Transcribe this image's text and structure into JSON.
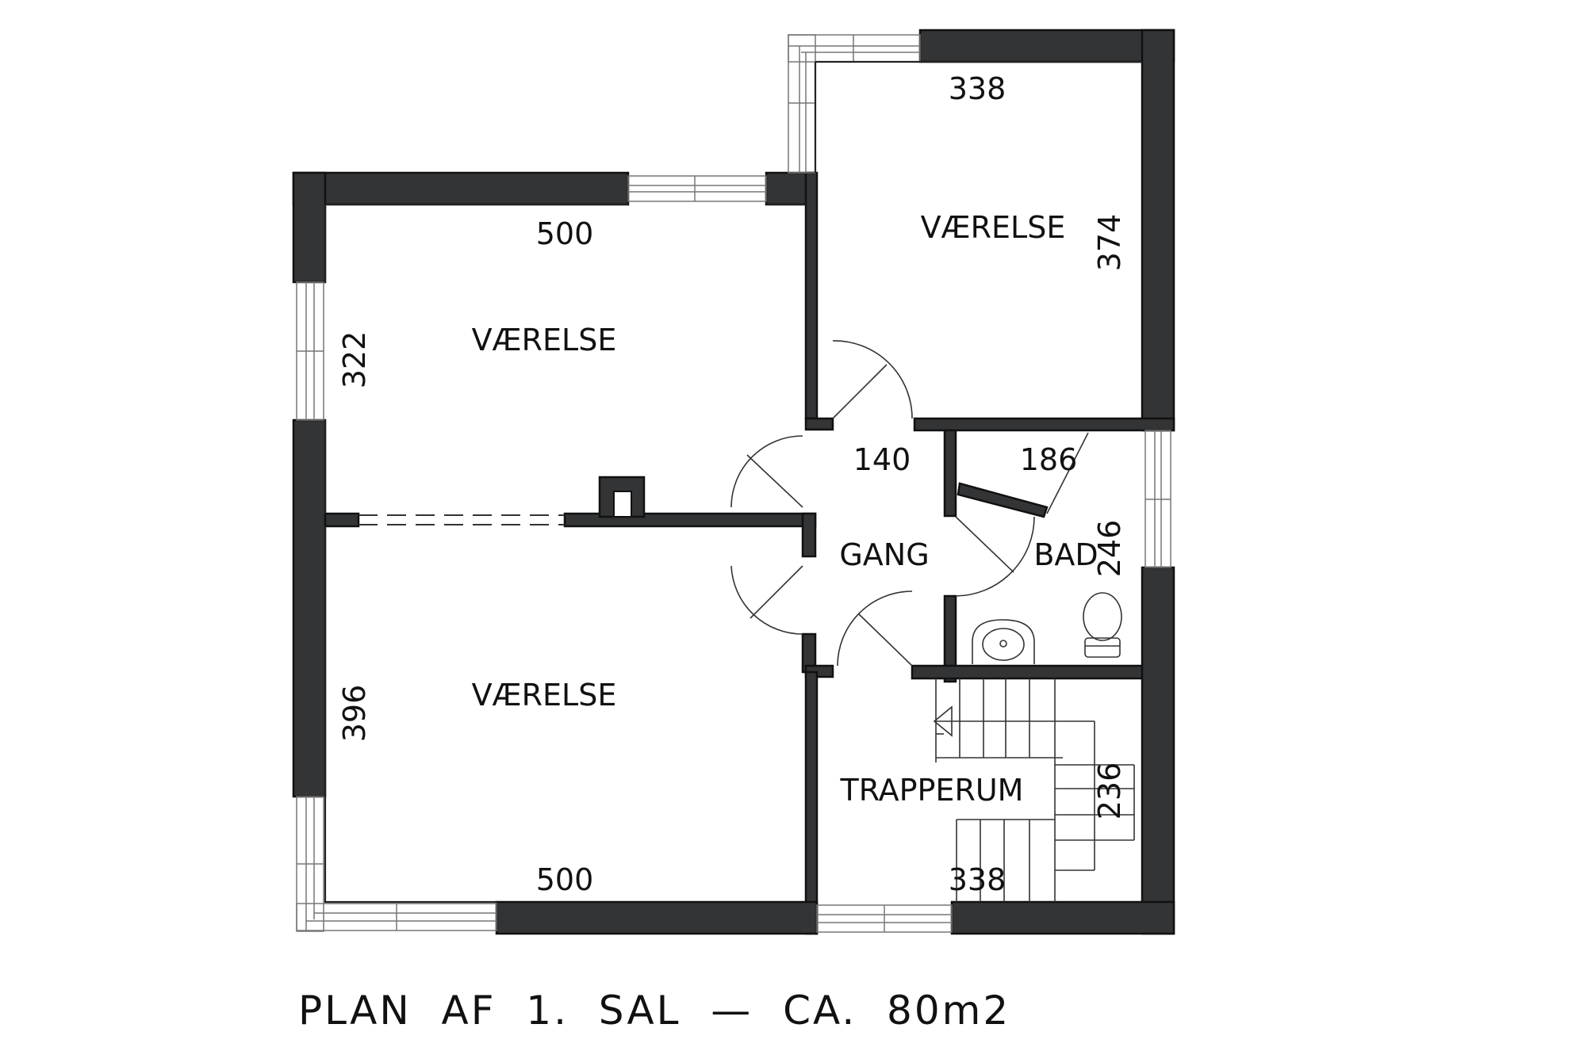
{
  "title": "PLAN  AF  1.  SAL  —  CA.  80m2",
  "rooms": {
    "bedroom_top_left": "VÆRELSE",
    "bedroom_top_right": "VÆRELSE",
    "bedroom_bottom_left": "VÆRELSE",
    "hall": "GANG",
    "bath": "BAD",
    "stairwell": "TRAPPERUM"
  },
  "dimensions": {
    "top_left_width": "500",
    "top_left_depth": "322",
    "top_right_width": "338",
    "top_right_depth": "374",
    "hall_width": "140",
    "bath_width": "186",
    "bath_depth": "246",
    "bottom_left_depth": "396",
    "bottom_left_width": "500",
    "stair_depth": "236",
    "stair_width": "338"
  },
  "colors": {
    "wall": "#333436",
    "line": "#222222",
    "background": "#ffffff"
  }
}
